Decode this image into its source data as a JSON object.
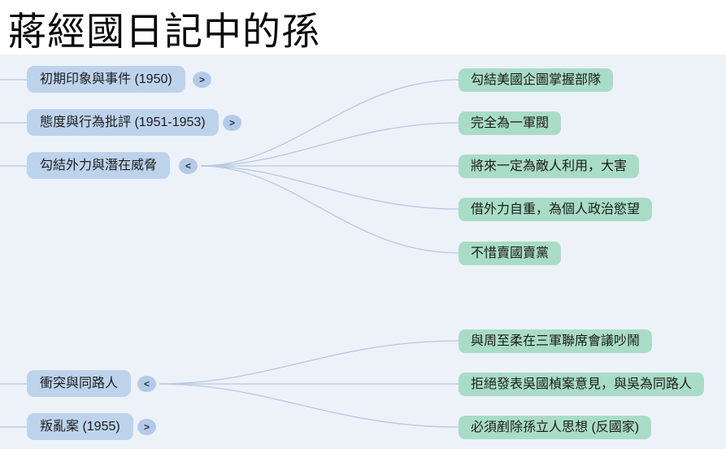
{
  "title": "蔣經國日記中的孫",
  "colors": {
    "canvas_background": "#edf2f9",
    "branch_node_fill": "#bdd3ec",
    "leaf_node_fill": "#a9dcc6",
    "connector_line": "#b6c8e2",
    "text": "#1c1c1c"
  },
  "mindmap": {
    "left_nodes": [
      {
        "label": "初期印象與事件 (1950)",
        "toggle": ">",
        "state": "collapsed"
      },
      {
        "label": "態度與行為批評 (1951-1953)",
        "toggle": ">",
        "state": "collapsed"
      },
      {
        "label": "勾結外力與潛在威脅",
        "toggle": "<",
        "state": "expanded"
      },
      {
        "label": "衝突與同路人",
        "toggle": "<",
        "state": "expanded"
      },
      {
        "label": "叛亂案 (1955)",
        "toggle": ">",
        "state": "collapsed"
      }
    ],
    "right_nodes": [
      {
        "label": "勾結美國企圖掌握部隊",
        "parent": "勾結外力與潛在威脅"
      },
      {
        "label": "完全為一軍閥",
        "parent": "勾結外力與潛在威脅"
      },
      {
        "label": "將來一定為敵人利用，大害",
        "parent": "勾結外力與潛在威脅"
      },
      {
        "label": "借外力自重，為個人政治慾望",
        "parent": "勾結外力與潛在威脅"
      },
      {
        "label": "不惜賣國賣黨",
        "parent": "勾結外力與潛在威脅"
      },
      {
        "label": "與周至柔在三軍聯席會議吵鬧",
        "parent": "衝突與同路人"
      },
      {
        "label": "拒絕發表吳國楨案意見，與吳為同路人",
        "parent": "衝突與同路人"
      },
      {
        "label": "必須剷除孫立人思想 (反國家)",
        "parent": "衝突與同路人"
      }
    ]
  }
}
